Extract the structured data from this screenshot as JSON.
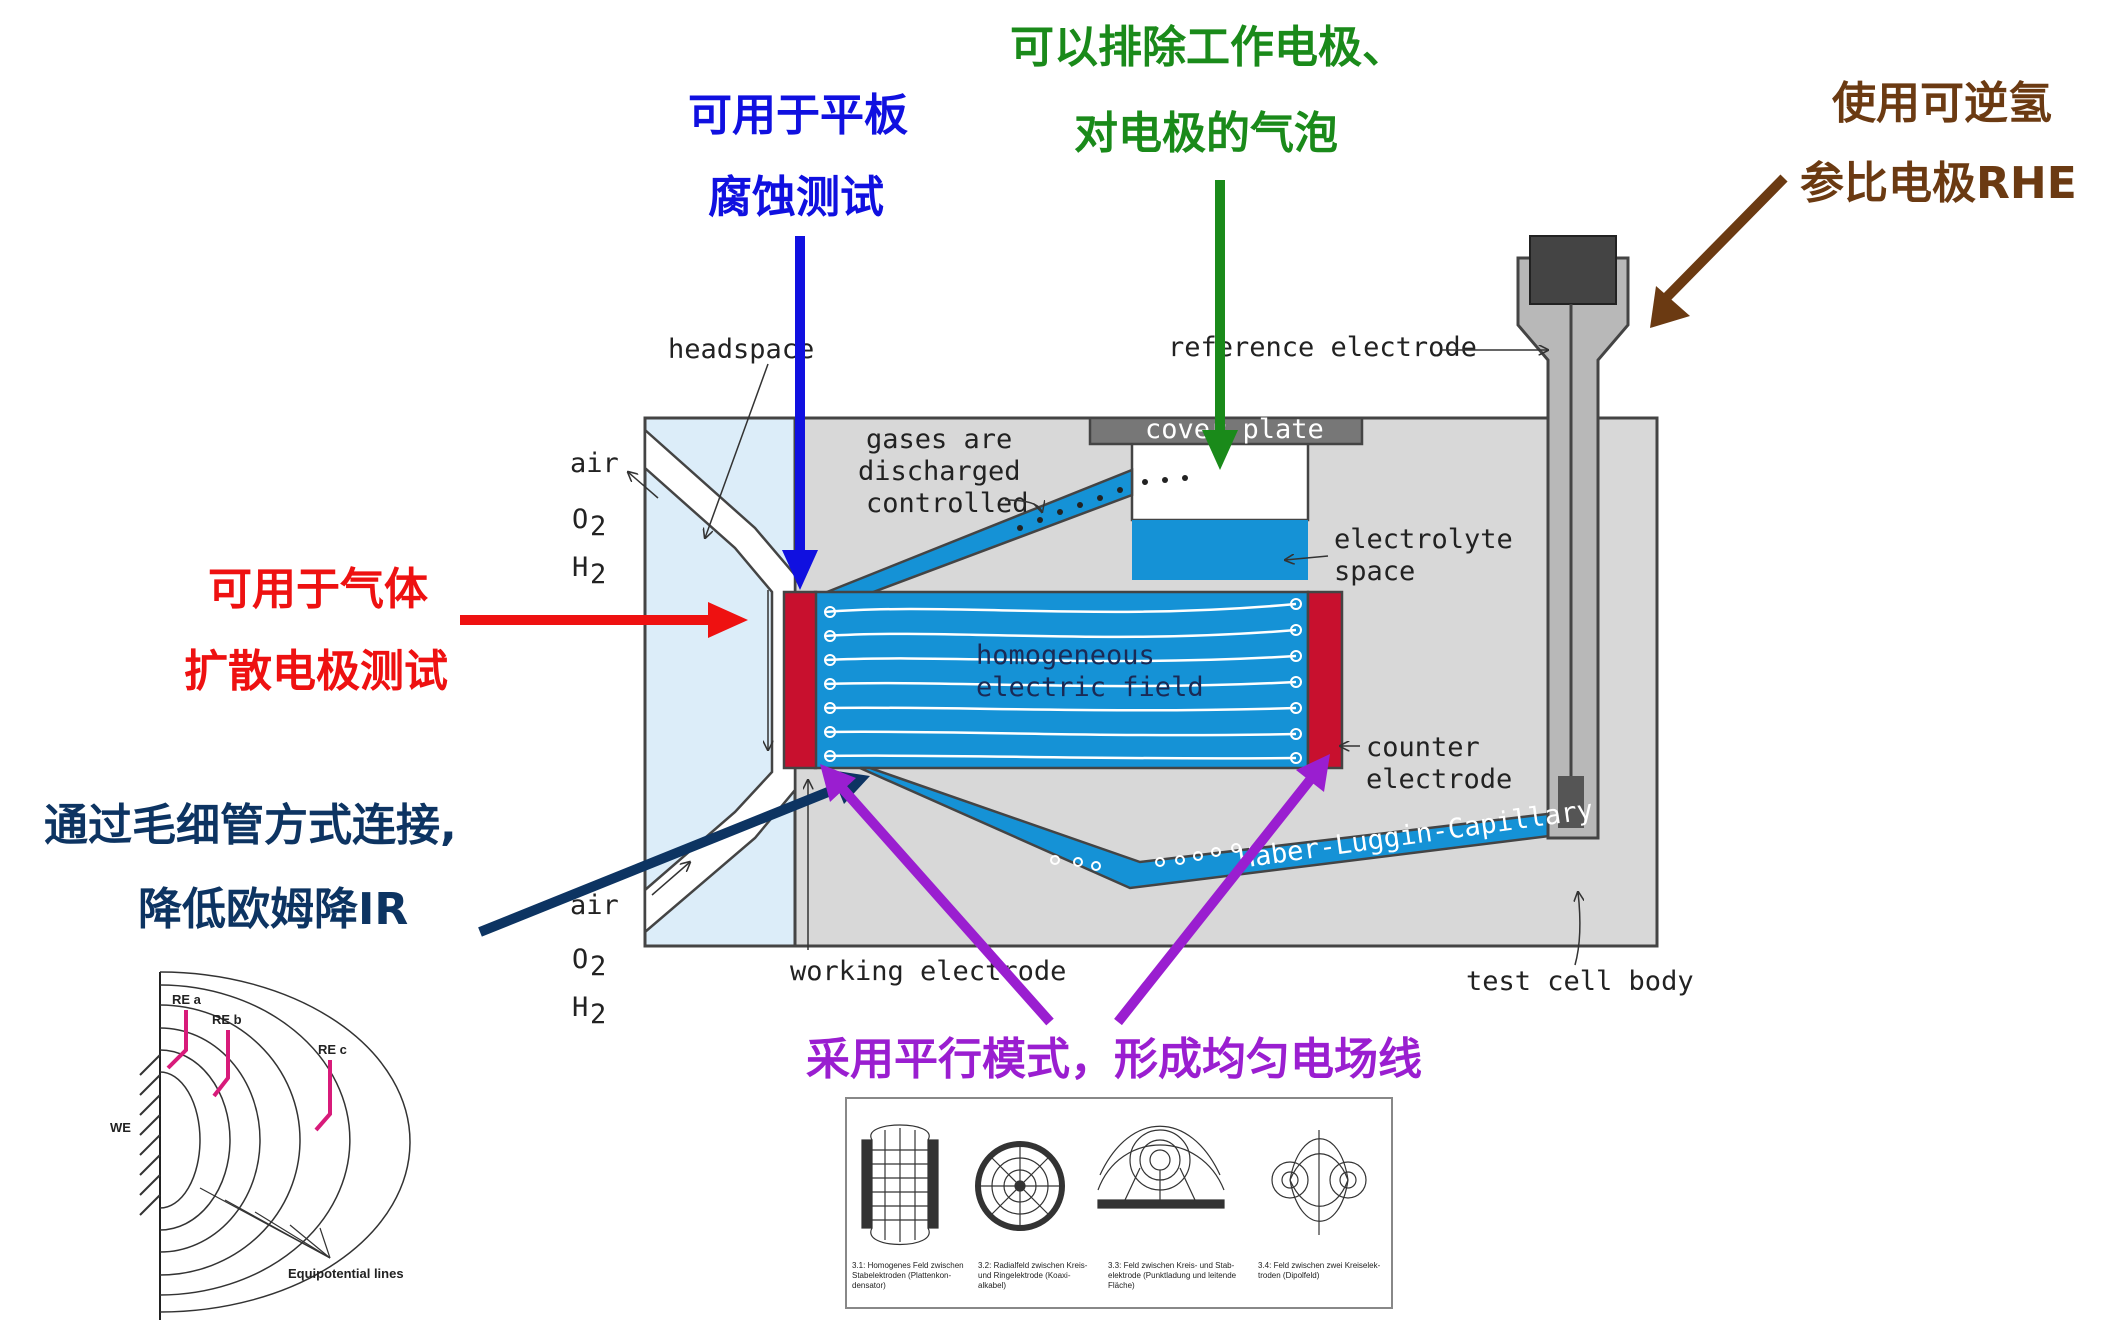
{
  "annotations": {
    "green1": "可以排除工作电极、",
    "green2": "对电极的气泡",
    "blue1": "可用于平板",
    "blue2": "腐蚀测试",
    "brown1": "使用可逆氢",
    "brown2": "参比电极RHE",
    "red1": "可用于气体",
    "red2": "扩散电极测试",
    "navy1": "通过毛细管方式连接,",
    "navy2": "降低欧姆降IR",
    "purple": "采用平行模式，形成均匀电场线"
  },
  "colors": {
    "green": "#1a8a1a",
    "blue": "#1010e0",
    "brown": "#6b3a12",
    "red": "#ee1111",
    "navy": "#0d3462",
    "purple": "#9a1ed0",
    "electrolyte": "#1592d6",
    "electrode": "#c8102e",
    "gas_chamber": "#dcedf9",
    "cell_body": "#d8d8d8"
  },
  "cell_labels": {
    "headspace": "headspace",
    "air": "air",
    "o": "O",
    "h": "H",
    "sub2": "2",
    "gases1": "gases are",
    "gases2": "discharged",
    "gases3": "controlled",
    "cover_plate": "cover plate",
    "reference_electrode": "reference electrode",
    "electrolyte1": "electrolyte",
    "electrolyte2": "space",
    "field1": "homogeneous",
    "field2": "electric field",
    "counter1": "counter",
    "counter2": "electrode",
    "capillary": "Haber-Luggin-Capillary",
    "working_electrode": "working electrode",
    "test_cell_body": "test cell body"
  },
  "inset_left": {
    "re_a": "RE a",
    "re_b": "RE b",
    "re_c": "RE c",
    "we": "WE",
    "equipotential": "Equipotential lines"
  },
  "inset_bottom": {
    "cap1": [
      "3.1: Homogenes Feld zwischen",
      "Stabelektroden (Plattenkon-",
      "densator)"
    ],
    "cap2": [
      "3.2: Radialfeld zwischen Kreis-",
      "und Ringelektrode (Koaxi-",
      "alkabel)"
    ],
    "cap3": [
      "3.3: Feld zwischen Kreis- und Stab-",
      "elektrode (Punktladung und leitende",
      "Fläche)"
    ],
    "cap4": [
      "3.4: Feld zwischen zwei Kreiselek-",
      "troden (Dipolfeld)"
    ]
  }
}
